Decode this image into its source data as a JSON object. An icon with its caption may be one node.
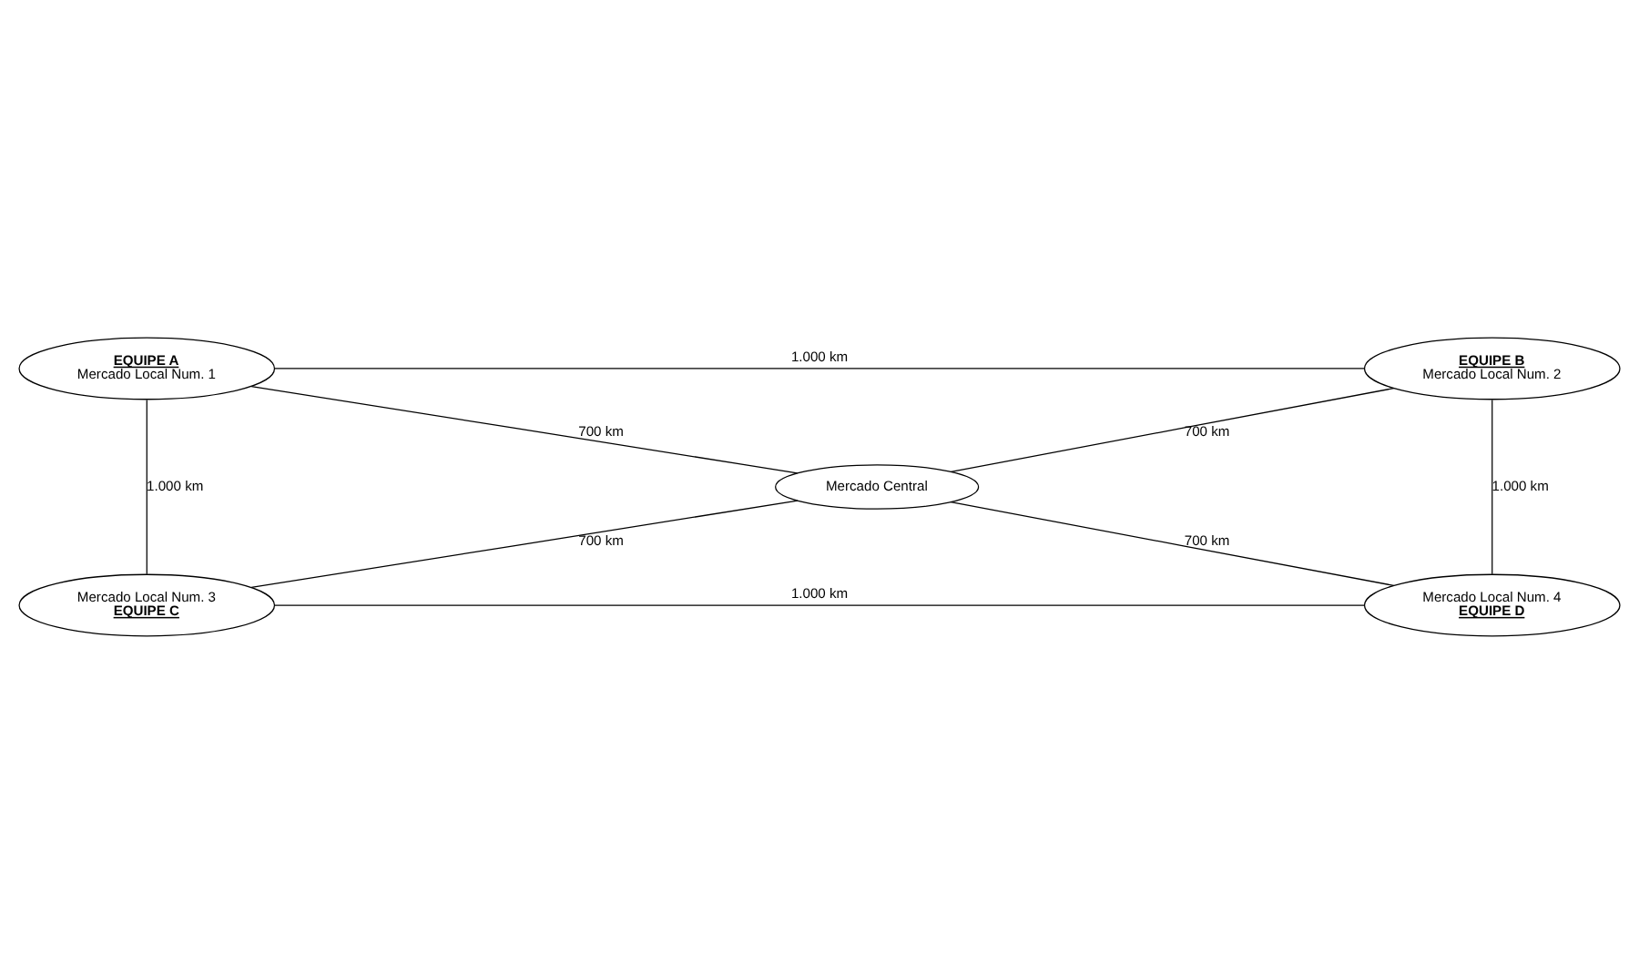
{
  "diagram": {
    "nodes": [
      {
        "text": [
          "EQUIPE A",
          "Mercado Local Num. 1"
        ]
      },
      {
        "text": [
          "EQUIPE B",
          "Mercado Local Num. 2"
        ]
      },
      {
        "text": [
          "Mercado Central"
        ]
      },
      {
        "text": [
          "Mercado Local Num. 3",
          "EQUIPE C"
        ]
      },
      {
        "text": [
          "Mercado Local Num. 4",
          "EQUIPE D"
        ]
      }
    ],
    "edges": [
      {
        "from": 0,
        "to": 1,
        "arrow": "none",
        "label": "1.000 km"
      },
      {
        "from": 0,
        "to": 2,
        "arrow": "none",
        "label": "700 km"
      },
      {
        "from": 1,
        "to": 2,
        "arrow": "none",
        "label": "700 km"
      },
      {
        "from": 0,
        "to": 3,
        "arrow": "none",
        "label": "1.000 km"
      },
      {
        "from": 1,
        "to": 4,
        "arrow": "none",
        "label": "1.000 km"
      },
      {
        "from": 2,
        "to": 3,
        "arrow": "none",
        "label": "700 km"
      },
      {
        "from": 2,
        "to": 4,
        "arrow": "none",
        "label": "700 km"
      },
      {
        "from": 3,
        "to": 4,
        "arrow": "none",
        "label": "1.000 km"
      }
    ]
  }
}
